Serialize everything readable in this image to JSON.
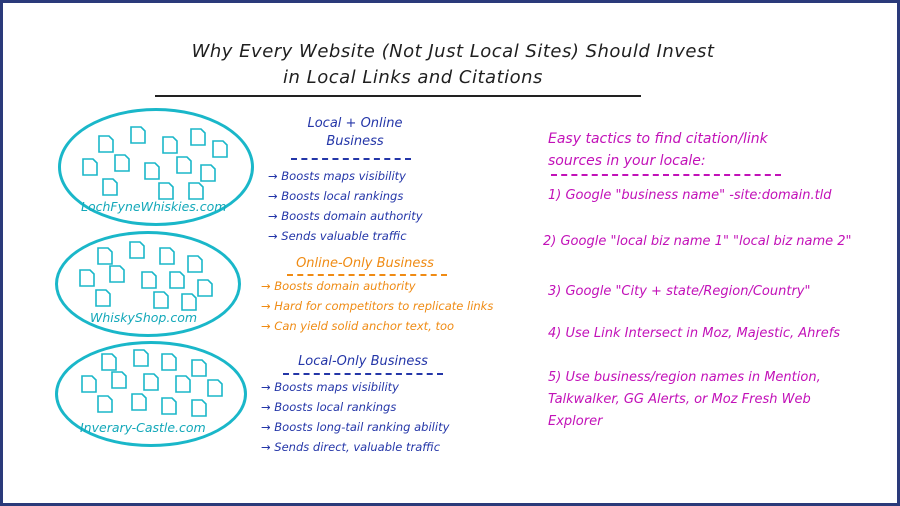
{
  "title": {
    "line1": "Why Every Website (Not Just Local Sites) Should Invest",
    "line2": "in Local Links and Citations"
  },
  "sites": [
    {
      "label": "LochFyneWhiskies.com"
    },
    {
      "label": "WhiskyShop.com"
    },
    {
      "label": "Inverary-Castle.com"
    }
  ],
  "sections": [
    {
      "title_line1": "Local + Online",
      "title_line2": "Business",
      "items": [
        "→ Boosts maps visibility",
        "→ Boosts local rankings",
        "→ Boosts domain authority",
        "→ Sends valuable traffic"
      ]
    },
    {
      "title_line1": "Online-Only Business",
      "items": [
        "→ Boosts domain authority",
        "→ Hard for competitors to replicate links",
        "→ Can yield solid anchor text, too"
      ]
    },
    {
      "title_line1": "Local-Only Business",
      "items": [
        "→ Boosts maps visibility",
        "→ Boosts local rankings",
        "→ Boosts long-tail ranking ability",
        "→ Sends direct, valuable traffic"
      ]
    }
  ],
  "tactics": {
    "heading_line1": "Easy tactics to find citation/link",
    "heading_line2": "sources in your locale:",
    "items": [
      "1) Google \"business name\" -site:domain.tld",
      "2) Google \"local biz name 1\" \"local biz name 2\"",
      "3) Google \"City + state/Region/Country\"",
      "4) Use Link Intersect in Moz, Majestic, Ahrefs",
      "5) Use business/region names in Mention, Talkwalker, GG Alerts, or Moz Fresh Web Explorer"
    ]
  },
  "colors": {
    "site": "#1ab7c9",
    "local_online": "#2436a8",
    "online_only": "#ef8b14",
    "local_only": "#2436a8",
    "tactics": "#c211b8"
  }
}
